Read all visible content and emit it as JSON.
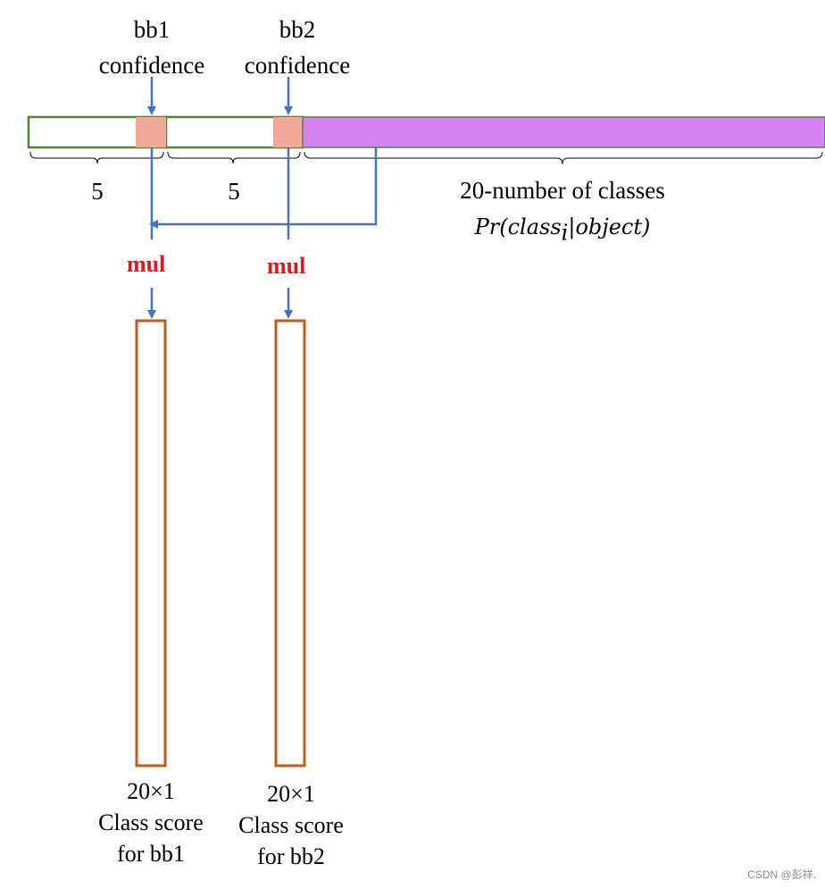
{
  "top": {
    "bb1_line1": "bb1",
    "bb1_line2": "confidence",
    "bb2_line1": "bb2",
    "bb2_line2": "confidence"
  },
  "brace_labels": {
    "first": "5",
    "second": "5",
    "classes": "20-number of classes"
  },
  "formula": {
    "prefix": "Pr(class",
    "subscript": "i",
    "suffix": "|object)"
  },
  "operations": {
    "mul1": "mul",
    "mul2": "mul"
  },
  "outputs": {
    "bb1": {
      "size": "20×1",
      "line2": "Class score",
      "line3": "for bb1"
    },
    "bb2": {
      "size": "20×1",
      "line2": "Class score",
      "line3": "for bb2"
    }
  },
  "watermark": "CSDN @彭祥.",
  "colors": {
    "green_border": "#548235",
    "confidence_fill": "#f4a898",
    "classes_fill": "#d683f5",
    "arrow": "#4472c4",
    "output_border": "#c55a11",
    "mul_text": "#e8141b"
  }
}
